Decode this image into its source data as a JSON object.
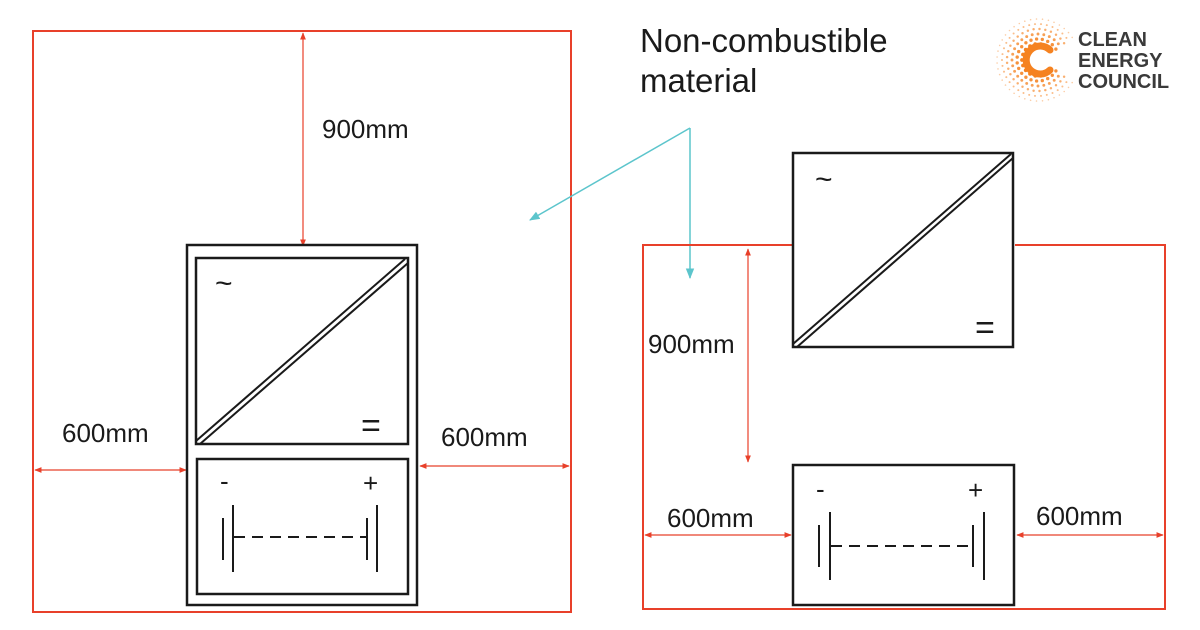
{
  "callout": {
    "text_line1": "Non-combustible",
    "text_line2": "material",
    "color": "#5cc5cc"
  },
  "logo": {
    "line1": "CLEAN",
    "line2": "ENERGY",
    "line3": "COUNCIL",
    "accent_color": "#f58220"
  },
  "left_setup": {
    "clearance_top": "900mm",
    "clearance_left": "600mm",
    "clearance_right": "600mm",
    "inverter": {
      "ac_symbol": "~",
      "dc_symbol": "="
    },
    "battery": {
      "negative": "-",
      "positive": "+"
    }
  },
  "right_setup": {
    "clearance_vertical": "900mm",
    "clearance_left": "600mm",
    "clearance_right": "600mm",
    "inverter": {
      "ac_symbol": "~",
      "dc_symbol": "="
    },
    "battery": {
      "negative": "-",
      "positive": "+"
    }
  },
  "colors": {
    "boundary": "#e8402a",
    "equipment": "#1a1a1a"
  }
}
